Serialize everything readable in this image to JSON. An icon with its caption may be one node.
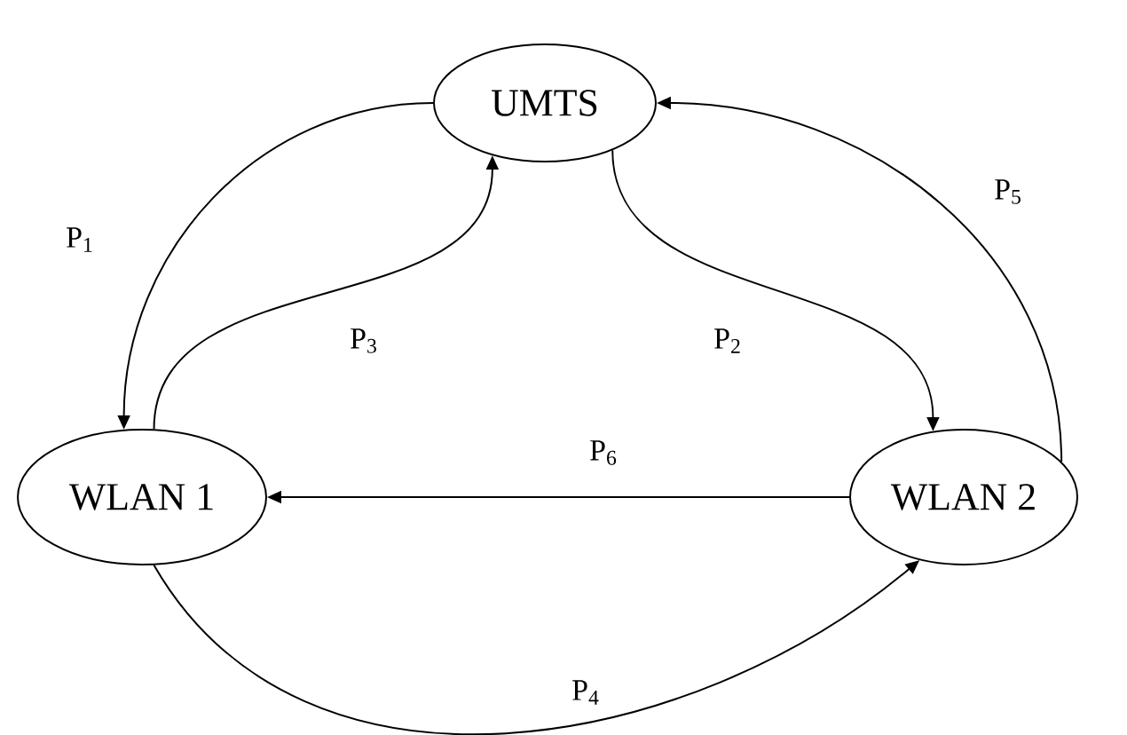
{
  "diagram": {
    "nodes": [
      {
        "text": [
          "UMTS"
        ]
      },
      {
        "text": [
          "WLAN 1"
        ]
      },
      {
        "text": [
          "WLAN 2"
        ]
      }
    ],
    "edges": [
      {
        "from": 0,
        "to": 1,
        "arrow": "to",
        "label": "P$_{1}$"
      },
      {
        "from": 0,
        "to": 2,
        "arrow": "to",
        "label": "P$_{2}$"
      },
      {
        "from": 1,
        "to": 0,
        "arrow": "to",
        "label": "P$_{3}$"
      },
      {
        "from": 1,
        "to": 2,
        "arrow": "to",
        "label": "P$_{4}$"
      },
      {
        "from": 2,
        "to": 0,
        "arrow": "to",
        "label": "P$_{5}$"
      },
      {
        "from": 2,
        "to": 1,
        "arrow": "to",
        "label": "P$_{6}$"
      }
    ]
  }
}
